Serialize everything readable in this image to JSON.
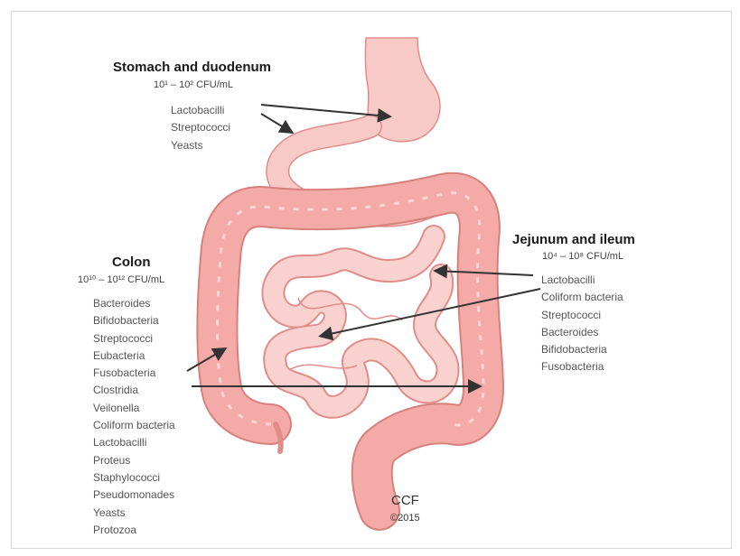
{
  "stomach": {
    "title": "Stomach and duodenum",
    "count": "10¹ – 10² CFU/mL",
    "organisms": [
      "Lactobacilli",
      "Streptococci",
      "Yeasts"
    ]
  },
  "jejunum": {
    "title": "Jejunum and ileum",
    "count": "10⁴ – 10⁸ CFU/mL",
    "organisms": [
      "Lactobacilli",
      "Coliform bacteria",
      "Streptococci",
      "Bacteroides",
      "Bifidobacteria",
      "Fusobacteria"
    ]
  },
  "colon": {
    "title": "Colon",
    "count": "10¹⁰ – 10¹² CFU/mL",
    "organisms": [
      "Bacteroides",
      "Bifidobacteria",
      "Streptococci",
      "Eubacteria",
      "Fusobacteria",
      "Clostridia",
      "Veilonella",
      "Coliform bacteria",
      "Lactobacilli",
      "Proteus",
      "Staphylococci",
      "Pseudomonades",
      "Yeasts",
      "Protozoa"
    ]
  },
  "credit": {
    "name": "CCF",
    "year": "©2015"
  },
  "colors": {
    "organ_fill": "#f7c9c7",
    "organ_stroke": "#e08d8a",
    "colon_fill": "#f4aaa6",
    "arrow": "#333333"
  }
}
